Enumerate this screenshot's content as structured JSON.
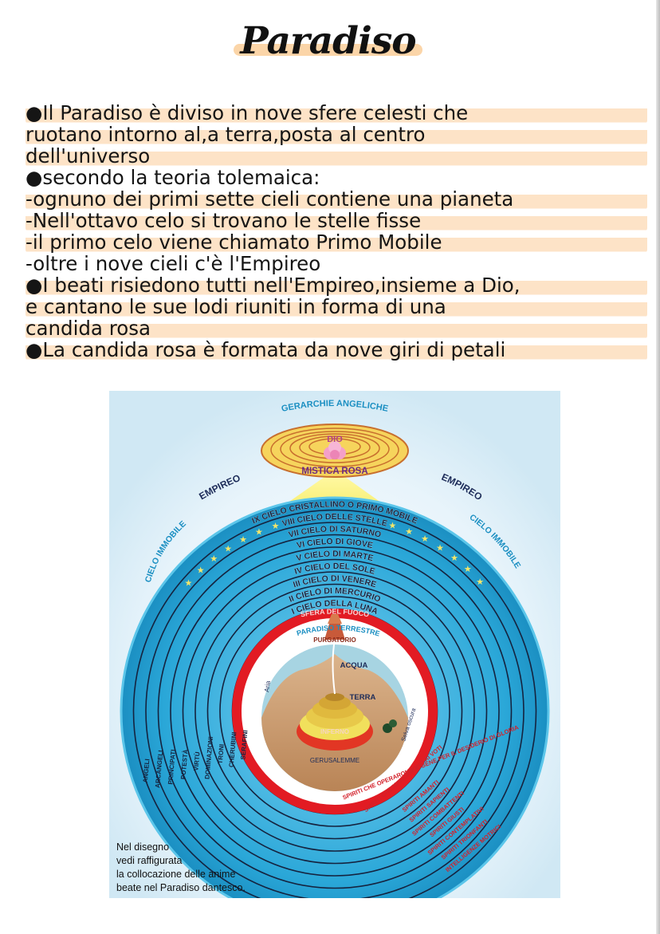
{
  "title": "Paradiso",
  "notes": {
    "lines": [
      "●Il Paradiso è diviso in nove sfere celesti che",
      "ruotano intorno al,a terra,posta al centro",
      "dell'universo",
      "●secondo la teoria tolemaica:",
      "-ognuno dei primi sette cieli contiene una pianeta",
      "-Nell'ottavo celo si trovano le stelle fisse",
      "-il primo celo viene chiamato Primo Mobile",
      "-oltre i nove cieli c'è l'Empireo",
      "●I beati risiedono tutti nell'Empireo,insieme a Dio,",
      "e cantano le sue lodi riuniti in forma di una",
      "candida rosa",
      "●La candida rosa è formata da nove giri di petali"
    ]
  },
  "diagram": {
    "gerarchie": "GERARCHIE ANGELICHE",
    "dio": "DIO",
    "rosa": "MISTICA ROSA",
    "empireo_left": "EMPIREO",
    "empireo_right": "EMPIREO",
    "cielo_immobile_left": "CIELO IMMOBILE",
    "cielo_immobile_right": "CIELO IMMOBILE",
    "heavens": [
      "IX  CIELO CRISTALLINO O PRIMO MOBILE",
      "VIII  CIELO DELLE STELLE",
      "VII  CIELO DI SATURNO",
      "VI  CIELO DI GIOVE",
      "V  CIELO DI MARTE",
      "IV  CIELO DEL SOLE",
      "III  CIELO DI VENERE",
      "II  CIELO DI MERCURIO",
      "I  CIELO DELLA LUNA"
    ],
    "fuoco": "SFERA DEL FUOCO",
    "paradiso_terrestre": "PARADISO TERRESTRE",
    "purgatorio": "PURGATORIO",
    "acqua": "ACQUA",
    "aria": "Aria",
    "terra": "TERRA",
    "inferno": "INFERNO",
    "selva": "Selva oscura",
    "gerusalemme": "GERUSALEMME",
    "angels": [
      "ANGELI",
      "ARCANGELI",
      "PRINCIPATI",
      "POTESTÀ",
      "VIRTÙ",
      "DOMINAZIONI",
      "TRONI",
      "CHERUBINI",
      "SERAFINI"
    ],
    "spirits": [
      "SPIRITI CHE MANCARONO AI VOTI",
      "SPIRITI CHE OPERARONO IL BENE PER IL DESIDERIO DI GLORIA",
      "SPIRITI AMANTI",
      "SPIRITI SAPIENTI",
      "SPIRITI COMBATTENTI",
      "SPIRITI GIUSTI",
      "SPIRITI CONTEMPLATIVI",
      "SPIRITI TRIONFANTI",
      "INTELLIGENZE MOTRICI"
    ],
    "caption": [
      "Nel disegno",
      "vedi raffigurata",
      "la collocazione delle anime",
      "beate nel Paradiso dantesco."
    ],
    "colors": {
      "sky": "#29a7d8",
      "ring_line": "#15233f",
      "fire": "#e21b23",
      "earth": "#c9976a",
      "water": "#a7d4e2",
      "gold": "#f5e66a"
    }
  }
}
